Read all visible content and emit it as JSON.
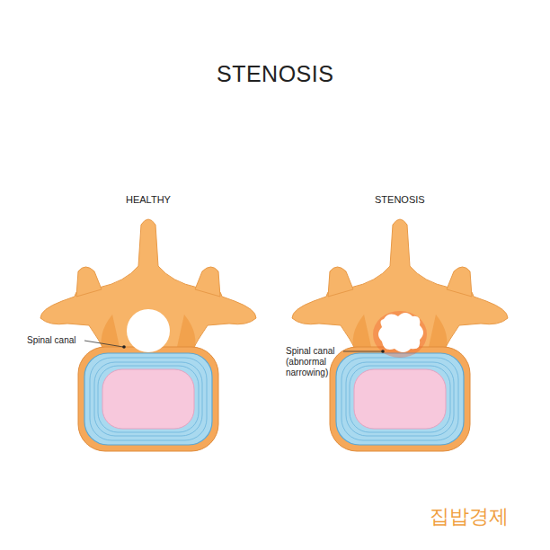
{
  "diagram": {
    "title": "STENOSIS",
    "labels": [
      "HEALTHY",
      "STENOSIS",
      "Spinal canal",
      "Spinal canal (abnormal narrowing)",
      "집밥경제"
    ]
  }
}
